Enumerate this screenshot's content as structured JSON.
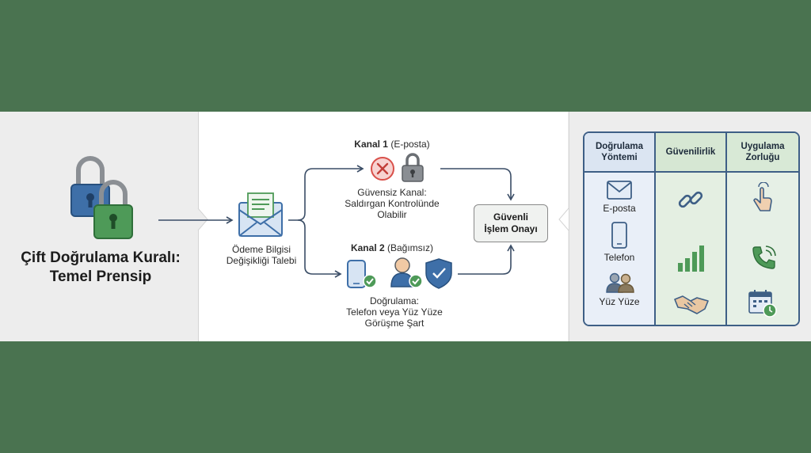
{
  "title": "Çift Doğrulama Kuralı: Temel Prensip",
  "request": {
    "label_line1": "Ödeme Bilgisi",
    "label_line2": "Değişikliği Talebi"
  },
  "channel1": {
    "heading_bold": "Kanal 1",
    "heading_rest": "(E-posta)",
    "note_line1": "Güvensiz Kanal:",
    "note_line2": "Saldırgan Kontrolünde",
    "note_line3": "Olabilir"
  },
  "channel2": {
    "heading_bold": "Kanal 2",
    "heading_rest": "(Bağımsız)",
    "note_line1": "Doğrulama:",
    "note_line2": "Telefon veya Yüz Yüze",
    "note_line3": "Görüşme Şart"
  },
  "result": {
    "line1": "Güvenli",
    "line2": "İşlem Onayı"
  },
  "table": {
    "headers": [
      {
        "line1": "Doğrulama",
        "line2": "Yöntemi"
      },
      {
        "line1": "Güvenilirlik",
        "line2": ""
      },
      {
        "line1": "Uygulama",
        "line2": "Zorluğu"
      }
    ],
    "methods": [
      "E-posta",
      "Telefon",
      "Yüz Yüze"
    ]
  },
  "colors": {
    "background": "#4a7350",
    "accent_blue": "#3e6fa8",
    "accent_green": "#4e9a58",
    "danger_red": "#d9504a",
    "table_border": "#3e5f86"
  },
  "icons": {
    "locks": "double-padlock-icon",
    "request": "envelope-document-icon",
    "insecure": "x-circle-icon",
    "lock": "padlock-icon",
    "phone_check": "phone-check-icon",
    "person_check": "person-check-icon",
    "shield": "shield-check-icon",
    "email": "envelope-icon",
    "phone": "smartphone-icon",
    "people": "people-icon",
    "broken_link": "broken-link-icon",
    "signal": "signal-bars-icon",
    "handshake": "handshake-icon",
    "tap": "tap-icon",
    "call": "phone-call-icon",
    "calendar": "calendar-clock-icon"
  }
}
